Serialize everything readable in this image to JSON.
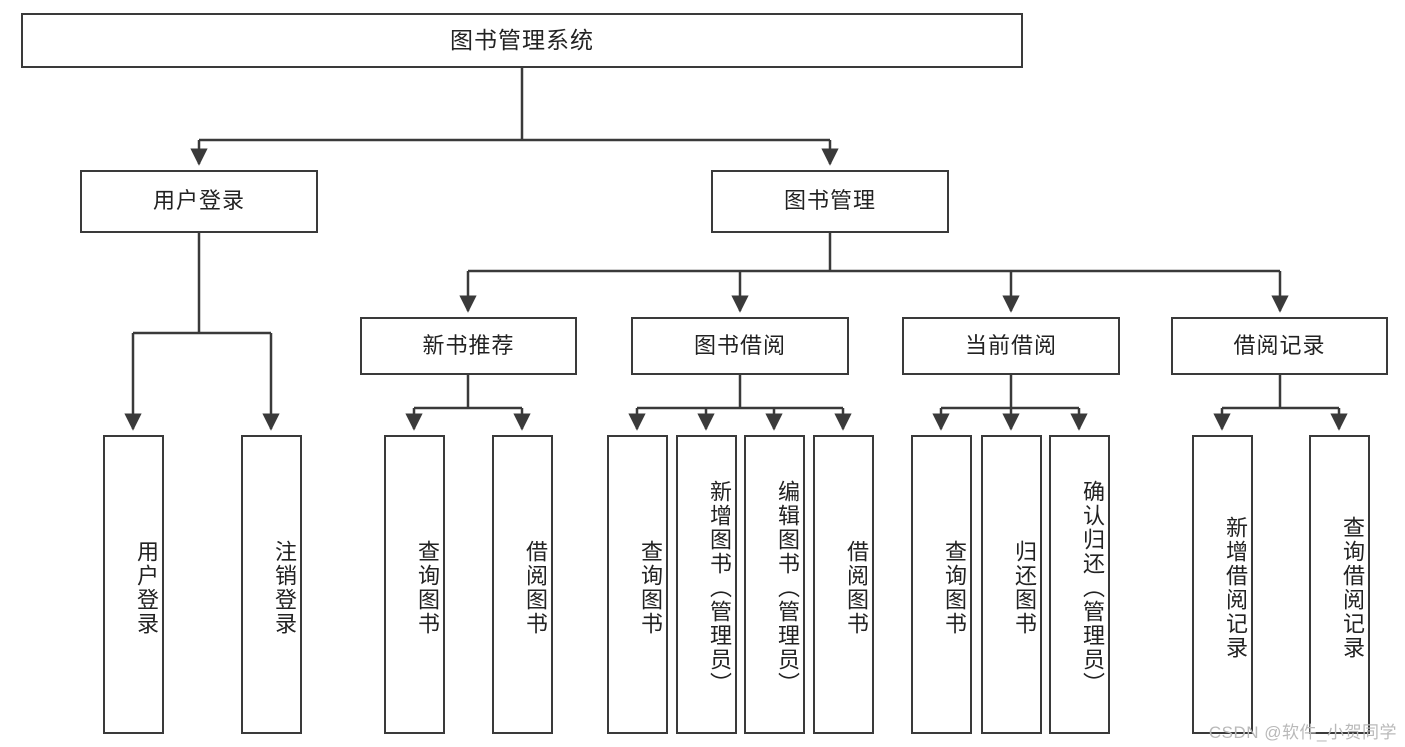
{
  "diagram": {
    "type": "tree",
    "title": "图书管理系统",
    "orientation": "top-down",
    "colors": {
      "box_border": "#3a3a3a",
      "box_fill": "#ffffff",
      "connector": "#3a3a3a",
      "text": "#222222",
      "watermark": "#b9b9b9"
    },
    "watermark": "CSDN @软件_小贺同学",
    "nodes": {
      "root": {
        "label": "图书管理系统",
        "level": 0,
        "text_direction": "horizontal"
      },
      "level1": [
        {
          "id": "user-login",
          "label": "用户登录",
          "text_direction": "horizontal"
        },
        {
          "id": "book-manage",
          "label": "图书管理",
          "text_direction": "horizontal"
        }
      ],
      "level2": [
        {
          "id": "new-book-recommend",
          "label": "新书推荐",
          "parent": "book-manage",
          "text_direction": "horizontal"
        },
        {
          "id": "book-borrow",
          "label": "图书借阅",
          "parent": "book-manage",
          "text_direction": "horizontal"
        },
        {
          "id": "current-borrow",
          "label": "当前借阅",
          "parent": "book-manage",
          "text_direction": "horizontal"
        },
        {
          "id": "borrow-record",
          "label": "借阅记录",
          "parent": "book-manage",
          "text_direction": "horizontal"
        }
      ],
      "leaves": [
        {
          "id": "leaf-user-login",
          "label": "用户登录",
          "parent": "user-login",
          "text_direction": "vertical"
        },
        {
          "id": "leaf-user-logout",
          "label": "注销登录",
          "parent": "user-login",
          "text_direction": "vertical"
        },
        {
          "id": "leaf-query-book-1",
          "label": "查询图书",
          "parent": "new-book-recommend",
          "text_direction": "vertical"
        },
        {
          "id": "leaf-borrow-book-1",
          "label": "借阅图书",
          "parent": "new-book-recommend",
          "text_direction": "vertical"
        },
        {
          "id": "leaf-query-book-2",
          "label": "查询图书",
          "parent": "book-borrow",
          "text_direction": "vertical"
        },
        {
          "id": "leaf-add-book",
          "label": "新增图书（管理员）",
          "parent": "book-borrow",
          "text_direction": "vertical"
        },
        {
          "id": "leaf-edit-book",
          "label": "编辑图书（管理员）",
          "parent": "book-borrow",
          "text_direction": "vertical"
        },
        {
          "id": "leaf-borrow-book-2",
          "label": "借阅图书",
          "parent": "book-borrow",
          "text_direction": "vertical"
        },
        {
          "id": "leaf-query-book-3",
          "label": "查询图书",
          "parent": "current-borrow",
          "text_direction": "vertical"
        },
        {
          "id": "leaf-return-book",
          "label": "归还图书",
          "parent": "current-borrow",
          "text_direction": "vertical"
        },
        {
          "id": "leaf-confirm-return",
          "label": "确认归还（管理员）",
          "parent": "current-borrow",
          "text_direction": "vertical"
        },
        {
          "id": "leaf-add-record",
          "label": "新增借阅记录",
          "parent": "borrow-record",
          "text_direction": "vertical"
        },
        {
          "id": "leaf-query-record",
          "label": "查询借阅记录",
          "parent": "borrow-record",
          "text_direction": "vertical"
        }
      ]
    }
  }
}
